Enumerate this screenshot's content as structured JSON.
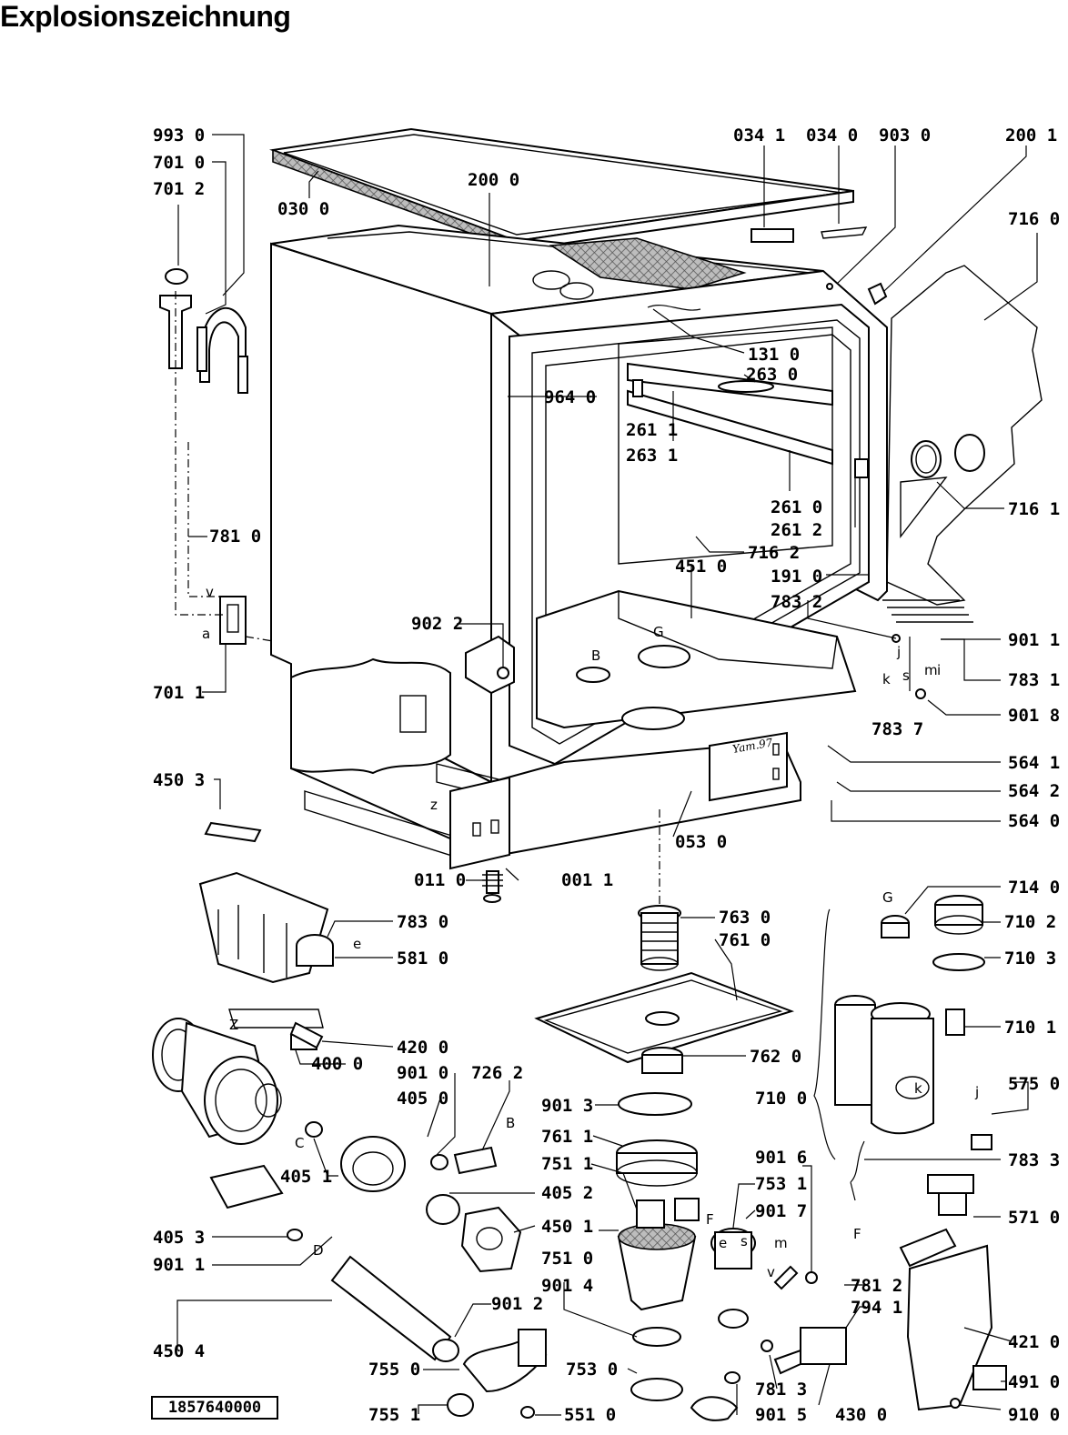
{
  "title": "Explosionszeichnung",
  "doc_number": "1857640000",
  "signature": "Yam.97",
  "part_labels": [
    "993 0",
    "701 0",
    "701 2",
    "030 0",
    "200 0",
    "034 1",
    "034 0",
    "903 0",
    "200 1",
    "716 0",
    "131 0",
    "263 0",
    "964 0",
    "261 1",
    "263 1",
    "261 0",
    "261 2",
    "716 1",
    "781 0",
    "716 2",
    "451 0",
    "191 0",
    "783 2",
    "902 2",
    "901 1",
    "783 1",
    "701 1",
    "783 7",
    "901 8",
    "564 1",
    "564 2",
    "450 3",
    "564 0",
    "053 0",
    "011 0",
    "001 1",
    "714 0",
    "783 0",
    "763 0",
    "710 2",
    "761 0",
    "581 0",
    "710 3",
    "710 1",
    "420 0",
    "762 0",
    "400 0",
    "901 0",
    "726 2",
    "405 0",
    "575 0",
    "901 3",
    "710 0",
    "761 1",
    "405 1",
    "751 1",
    "405 2",
    "783 3",
    "450 1",
    "405 3",
    "751 0",
    "571 0",
    "901 1",
    "901 6",
    "753 1",
    "901 7",
    "781 2",
    "901 4",
    "794 1",
    "901 2",
    "450 4",
    "421 0",
    "755 0",
    "753 0",
    "781 3",
    "491 0",
    "755 1",
    "551 0",
    "901 5",
    "430 0",
    "910 0"
  ],
  "callout_letters": [
    "v",
    "a",
    "B",
    "G",
    "z",
    "k",
    "s",
    "m",
    "i",
    "j",
    "e",
    "Z",
    "G",
    "k",
    "j",
    "C",
    "D",
    "B",
    "F",
    "F",
    "e",
    "s",
    "m",
    "v"
  ]
}
